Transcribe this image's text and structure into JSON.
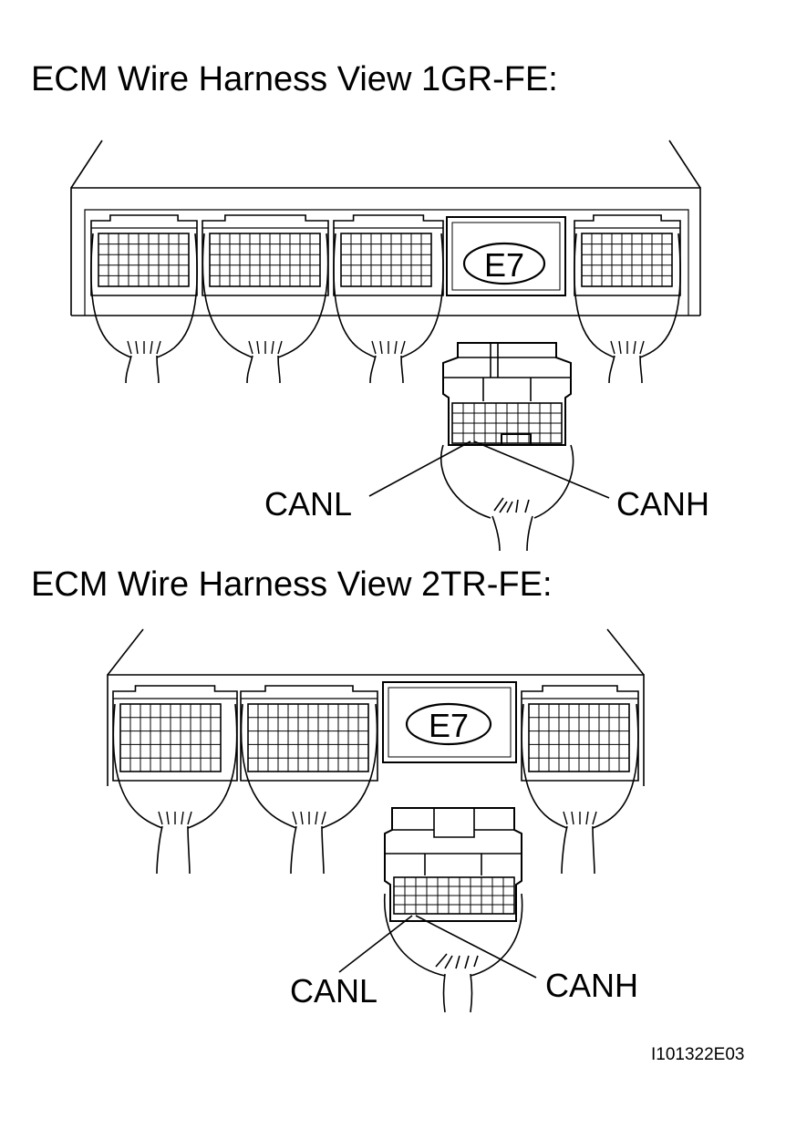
{
  "views": [
    {
      "title": "ECM Wire Harness View 1GR-FE:",
      "connector_label": "E7",
      "pin_labels": [
        "CANL",
        "CANH"
      ]
    },
    {
      "title": "ECM Wire Harness View 2TR-FE:",
      "connector_label": "E7",
      "pin_labels": [
        "CANL",
        "CANH"
      ]
    }
  ],
  "figure_id": "I101322E03"
}
